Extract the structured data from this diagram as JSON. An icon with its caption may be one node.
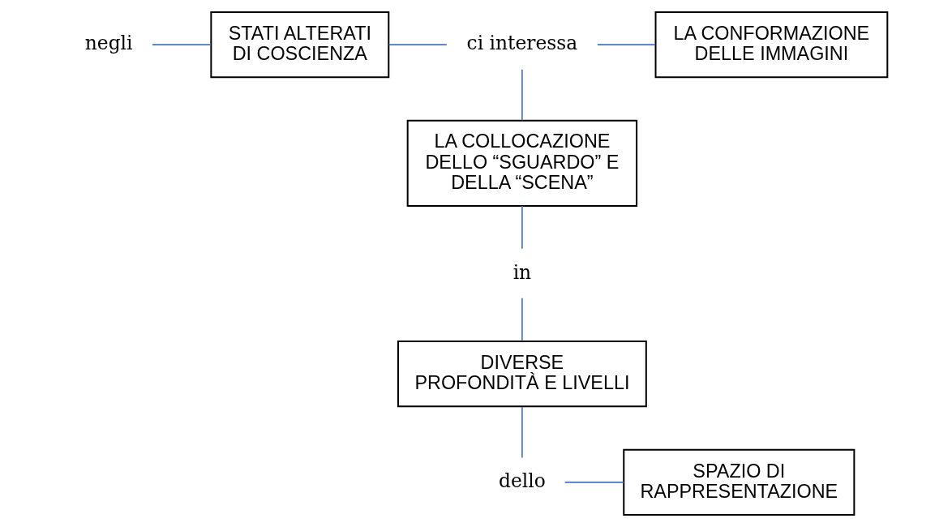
{
  "diagram": {
    "nodes": [
      {
        "text": [
          "negli"
        ]
      },
      {
        "text": [
          "STATI ALTERATI DI COSCIENZA"
        ]
      },
      {
        "text": [
          "ci interessa"
        ]
      },
      {
        "text": [
          "LA CONFORMAZIONE DELLE IMMAGINI"
        ]
      },
      {
        "text": [
          "LA COLLOCAZIONE DELLO “SGUARDO” E DELLA “SCENA”"
        ]
      },
      {
        "text": [
          "in"
        ]
      },
      {
        "text": [
          "DIVERSE PROFONDITÀ E LIVELLI"
        ]
      },
      {
        "text": [
          "dello"
        ]
      },
      {
        "text": [
          "SPAZIO DI RAPPRESENTAZIONE"
        ]
      }
    ],
    "edges": [
      {
        "from": 0,
        "to": 1,
        "arrow": "none"
      },
      {
        "from": 1,
        "to": 2,
        "arrow": "none"
      },
      {
        "from": 2,
        "to": 3,
        "arrow": "none"
      },
      {
        "from": 2,
        "to": 4,
        "arrow": "none"
      },
      {
        "from": 4,
        "to": 5,
        "arrow": "none"
      },
      {
        "from": 5,
        "to": 6,
        "arrow": "none"
      },
      {
        "from": 6,
        "to": 7,
        "arrow": "none"
      },
      {
        "from": 7,
        "to": 8,
        "arrow": "none"
      }
    ]
  }
}
